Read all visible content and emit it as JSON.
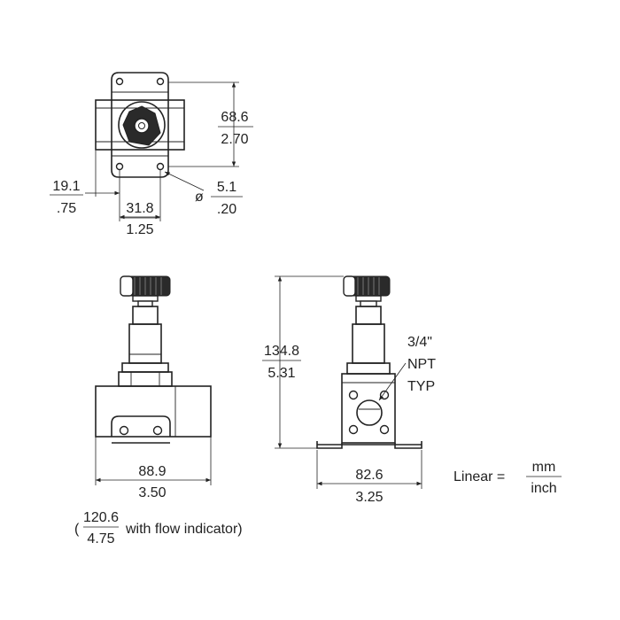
{
  "dimensions": {
    "height_top": {
      "mm": "68.6",
      "inch": "2.70"
    },
    "offset_left": {
      "mm": "19.1",
      "inch": ".75"
    },
    "hole_spacing": {
      "mm": "31.8",
      "inch": "1.25"
    },
    "hole_diameter": {
      "symbol": "ø",
      "mm": "5.1",
      "inch": ".20"
    },
    "overall_height": {
      "mm": "134.8",
      "inch": "5.31"
    },
    "body_width": {
      "mm": "88.9",
      "inch": "3.50"
    },
    "bracket_width": {
      "mm": "82.6",
      "inch": "3.25"
    },
    "flow_indicator": {
      "open_paren": "(",
      "mm": "120.6",
      "inch": "4.75",
      "suffix": "with flow indicator)"
    }
  },
  "port_label": {
    "line1": "3/4\"",
    "line2": "NPT",
    "line3": "TYP"
  },
  "units_legend": {
    "prefix": "Linear =",
    "numerator": "mm",
    "denominator": "inch"
  }
}
